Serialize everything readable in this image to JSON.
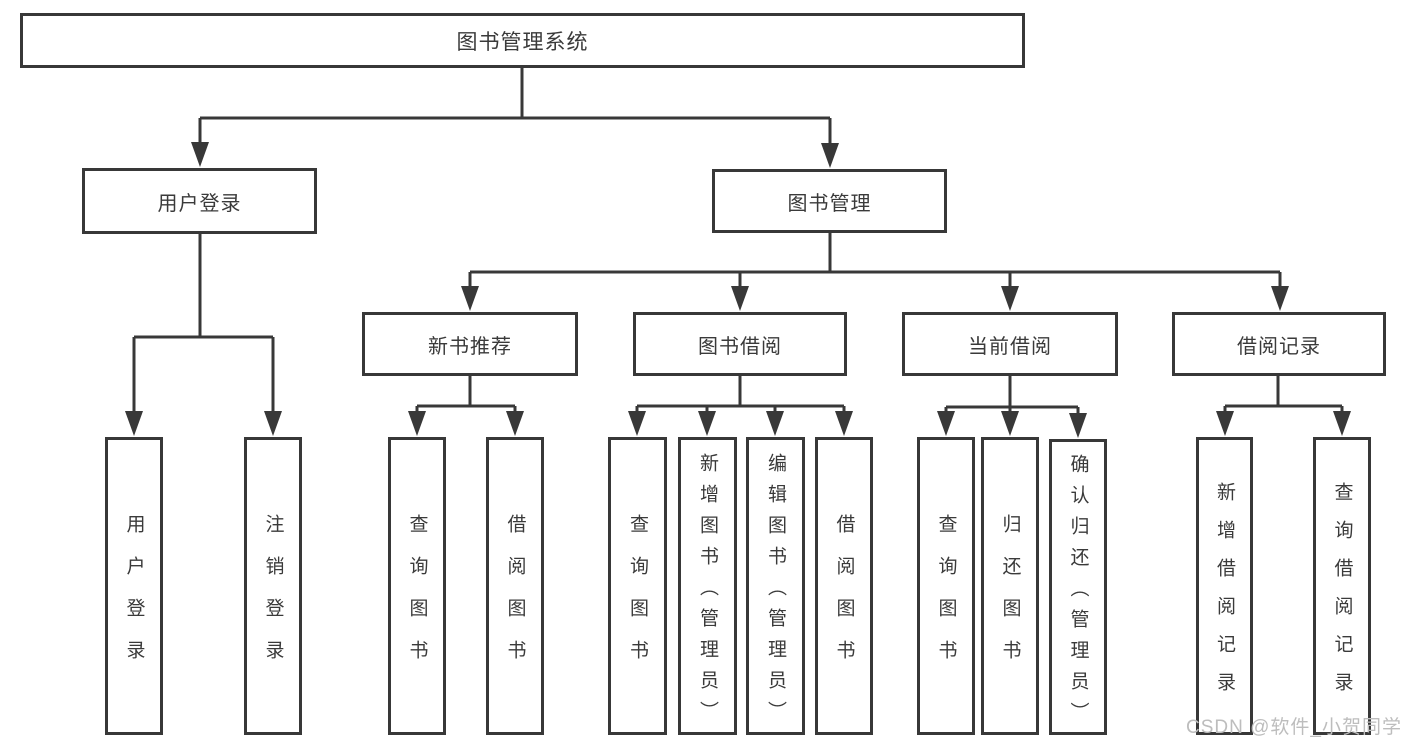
{
  "diagram": {
    "root": {
      "label": "图书管理系统"
    },
    "level2": [
      {
        "label": "用户登录"
      },
      {
        "label": "图书管理"
      }
    ],
    "level3": [
      {
        "label": "新书推荐"
      },
      {
        "label": "图书借阅"
      },
      {
        "label": "当前借阅"
      },
      {
        "label": "借阅记录"
      }
    ],
    "leaves": {
      "user_login": [
        "用户登录",
        "注销登录"
      ],
      "new_book": [
        "查询图书",
        "借阅图书"
      ],
      "book_borrow": [
        "查询图书",
        "新增图书（管理员）",
        "编辑图书（管理员）",
        "借阅图书"
      ],
      "current_borrow": [
        "查询图书",
        "归还图书",
        "确认归还（管理员）"
      ],
      "borrow_records": [
        "新增借阅记录",
        "查询借阅记录"
      ]
    }
  },
  "watermark": "CSDN @软件_小贺同学",
  "colors": {
    "line": "#383838",
    "box_border": "#383838",
    "box_fill": "#ffffff",
    "text": "#3a3a3a",
    "watermark": "#bdbdbd"
  }
}
